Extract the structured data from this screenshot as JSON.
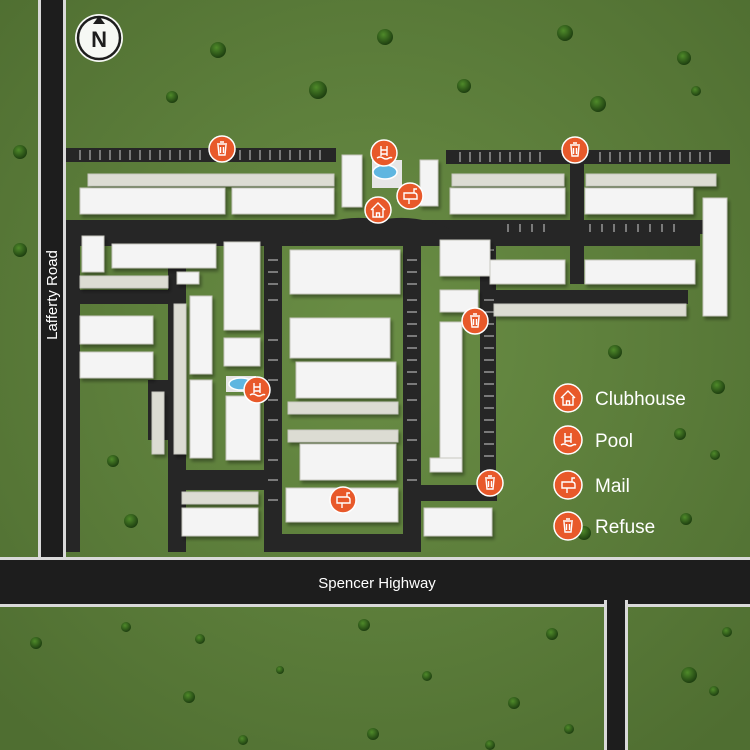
{
  "compass": {
    "label": "N"
  },
  "roads": {
    "west": "Lafferty Road",
    "south": "Spencer Highway"
  },
  "legend": [
    {
      "key": "clubhouse",
      "label": "Clubhouse",
      "icon": "house-icon"
    },
    {
      "key": "pool",
      "label": "Pool",
      "icon": "pool-ladder-icon"
    },
    {
      "key": "mail",
      "label": "Mail",
      "icon": "mailbox-icon"
    },
    {
      "key": "refuse",
      "label": "Refuse",
      "icon": "trash-can-icon"
    }
  ],
  "colors": {
    "grass": "#5d7f3c",
    "road": "#1d1d1d",
    "curb": "#d9d9d9",
    "building": "#f4f4f4",
    "building_side": "#c9cbc2",
    "marker": "#e8592a",
    "tree": "#2f5a1c"
  }
}
